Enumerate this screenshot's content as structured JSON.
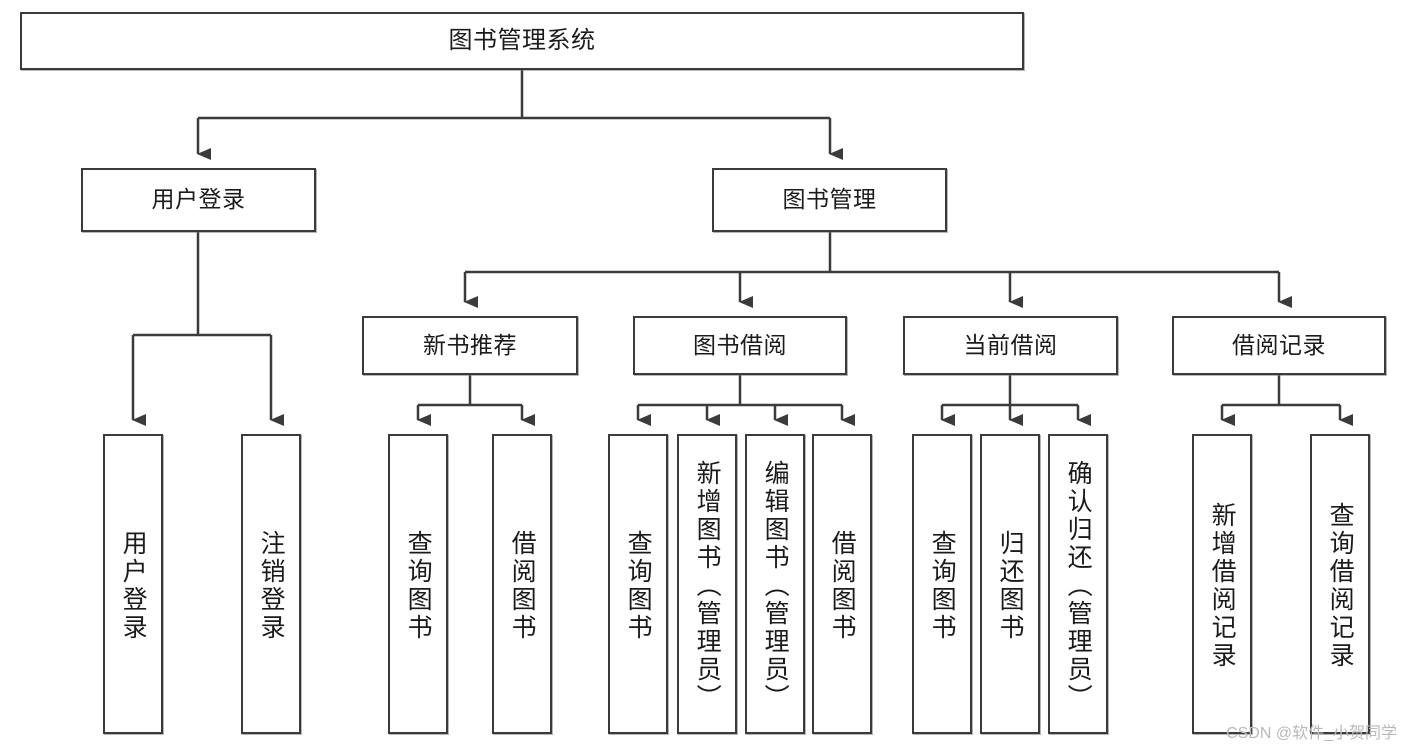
{
  "diagram": {
    "title": "图书管理系统",
    "type": "hierarchy-tree",
    "watermark": "CSDN @软件_小贺同学",
    "colors": {
      "stroke": "#3b3b3b",
      "fill": "#ffffff",
      "text": "#1b1b1b",
      "watermark": "#b9b9b9"
    },
    "nodes": {
      "root": {
        "label": "图书管理系统"
      },
      "level2": [
        {
          "id": "user-login",
          "label": "用户登录"
        },
        {
          "id": "book-manage",
          "label": "图书管理"
        }
      ],
      "level3": [
        {
          "id": "new-book-rec",
          "label": "新书推荐"
        },
        {
          "id": "book-borrow",
          "label": "图书借阅"
        },
        {
          "id": "current-borrow",
          "label": "当前借阅"
        },
        {
          "id": "borrow-record",
          "label": "借阅记录"
        }
      ],
      "leaves": {
        "user-login": [
          {
            "id": "leaf-user-login",
            "label": "用户登录"
          },
          {
            "id": "leaf-user-logout",
            "label": "注销登录"
          }
        ],
        "new-book-rec": [
          {
            "id": "leaf-query-book-1",
            "label": "查询图书"
          },
          {
            "id": "leaf-borrow-book-1",
            "label": "借阅图书"
          }
        ],
        "book-borrow": [
          {
            "id": "leaf-query-book-2",
            "label": "查询图书"
          },
          {
            "id": "leaf-add-book",
            "label": "新增图书（管理员）"
          },
          {
            "id": "leaf-edit-book",
            "label": "编辑图书（管理员）"
          },
          {
            "id": "leaf-borrow-book-2",
            "label": "借阅图书"
          }
        ],
        "current-borrow": [
          {
            "id": "leaf-query-book-3",
            "label": "查询图书"
          },
          {
            "id": "leaf-return-book",
            "label": "归还图书"
          },
          {
            "id": "leaf-confirm-return",
            "label": "确认归还（管理员）"
          }
        ],
        "borrow-record": [
          {
            "id": "leaf-add-record",
            "label": "新增借阅记录"
          },
          {
            "id": "leaf-query-record",
            "label": "查询借阅记录"
          }
        ]
      }
    }
  }
}
